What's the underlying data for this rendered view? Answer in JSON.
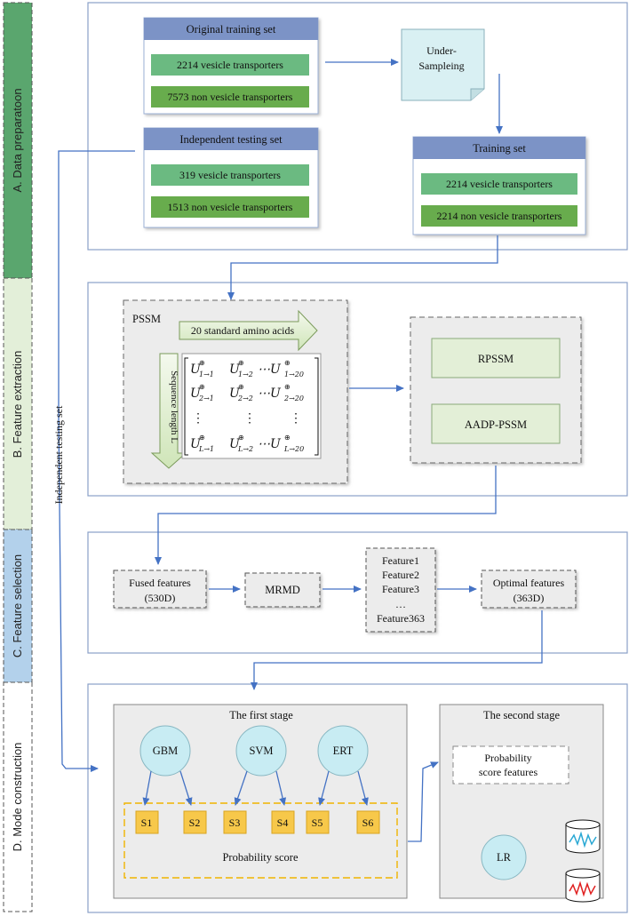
{
  "sections": {
    "a": "A. Data preparatoon",
    "b": "B. Feature  extraction",
    "c": "C. Feature  selection",
    "d": "D. Mode construction"
  },
  "colors": {
    "header_blue": "#7b93c6",
    "green_light": "#6bba81",
    "green_mid": "#68ac4d",
    "gene_box": "#e3efd7",
    "side_a": "#5aa66e",
    "side_b": "#e3efd9",
    "side_c": "#b3d1eb",
    "side_d": "#ffffff",
    "panel_gray": "#ececec",
    "node_blue": "#c8ecf3",
    "score_yellow": "#f7c84a",
    "arrow_blue": "#4472c4",
    "undersample": "#d9f0f3"
  },
  "data_prep": {
    "original": {
      "title": "Original training set",
      "items": [
        "2214 vesicle transporters",
        "7573 non vesicle transporters"
      ]
    },
    "independent": {
      "title": "Independent testing set",
      "items": [
        "319 vesicle transporters",
        "1513 non vesicle transporters"
      ]
    },
    "undersample": [
      "Under-",
      "Sampleing"
    ],
    "training": {
      "title": "Training set",
      "items": [
        "2214 vesicle transporters",
        "2214 non vesicle transporters"
      ]
    }
  },
  "independent_label": "Independent testing set",
  "feature_extraction": {
    "pssm": "PSSM",
    "amino": "20 standard amino acids",
    "seqlen": "Sequence length L",
    "matrix": {
      "r1": [
        "U",
        "1→1",
        "U",
        "1→2",
        "⋯U",
        "1→20"
      ],
      "r2": [
        "U",
        "2→1",
        "U",
        "2→2",
        "⋯U",
        "2→20"
      ],
      "r3": [
        "⋮",
        "⋮",
        "⋮"
      ],
      "r4": [
        "U",
        "L→1",
        "U",
        "L→2",
        "⋯U",
        "L→20"
      ],
      "sup": "⊕"
    },
    "methods": [
      "RPSSM",
      "AADP-PSSM"
    ]
  },
  "feature_selection": {
    "fused": [
      "Fused features",
      "(530D)"
    ],
    "mrmd": "MRMD",
    "features": [
      "Feature1",
      "Feature2",
      "Feature3",
      "…",
      "Feature363"
    ],
    "optimal": [
      "Optimal features",
      "(363D)"
    ]
  },
  "model": {
    "first_stage": "The  first stage",
    "classifiers": [
      "GBM",
      "SVM",
      "ERT"
    ],
    "scores": [
      "S1",
      "S2",
      "S3",
      "S4",
      "S5",
      "S6"
    ],
    "prob_score": "Probability score",
    "second_stage": "The second stage",
    "prob_features": [
      "Probability",
      "score features"
    ],
    "lr": "LR"
  }
}
